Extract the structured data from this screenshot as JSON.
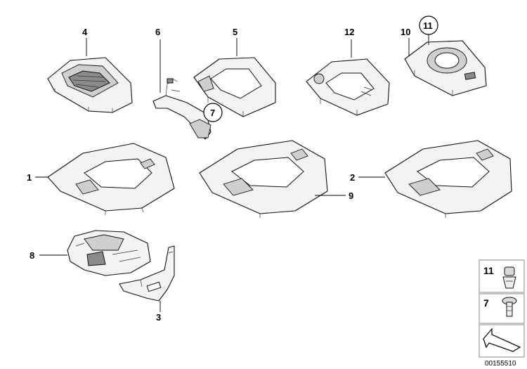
{
  "callouts": {
    "c1": "1",
    "c2": "2",
    "c3": "3",
    "c4": "4",
    "c5": "5",
    "c6": "6",
    "c7": "7",
    "c8": "8",
    "c9": "9",
    "c10": "10",
    "c11": "11",
    "c12": "12"
  },
  "legend": {
    "item_11": "11",
    "item_7": "7"
  },
  "document_number": "00155510"
}
